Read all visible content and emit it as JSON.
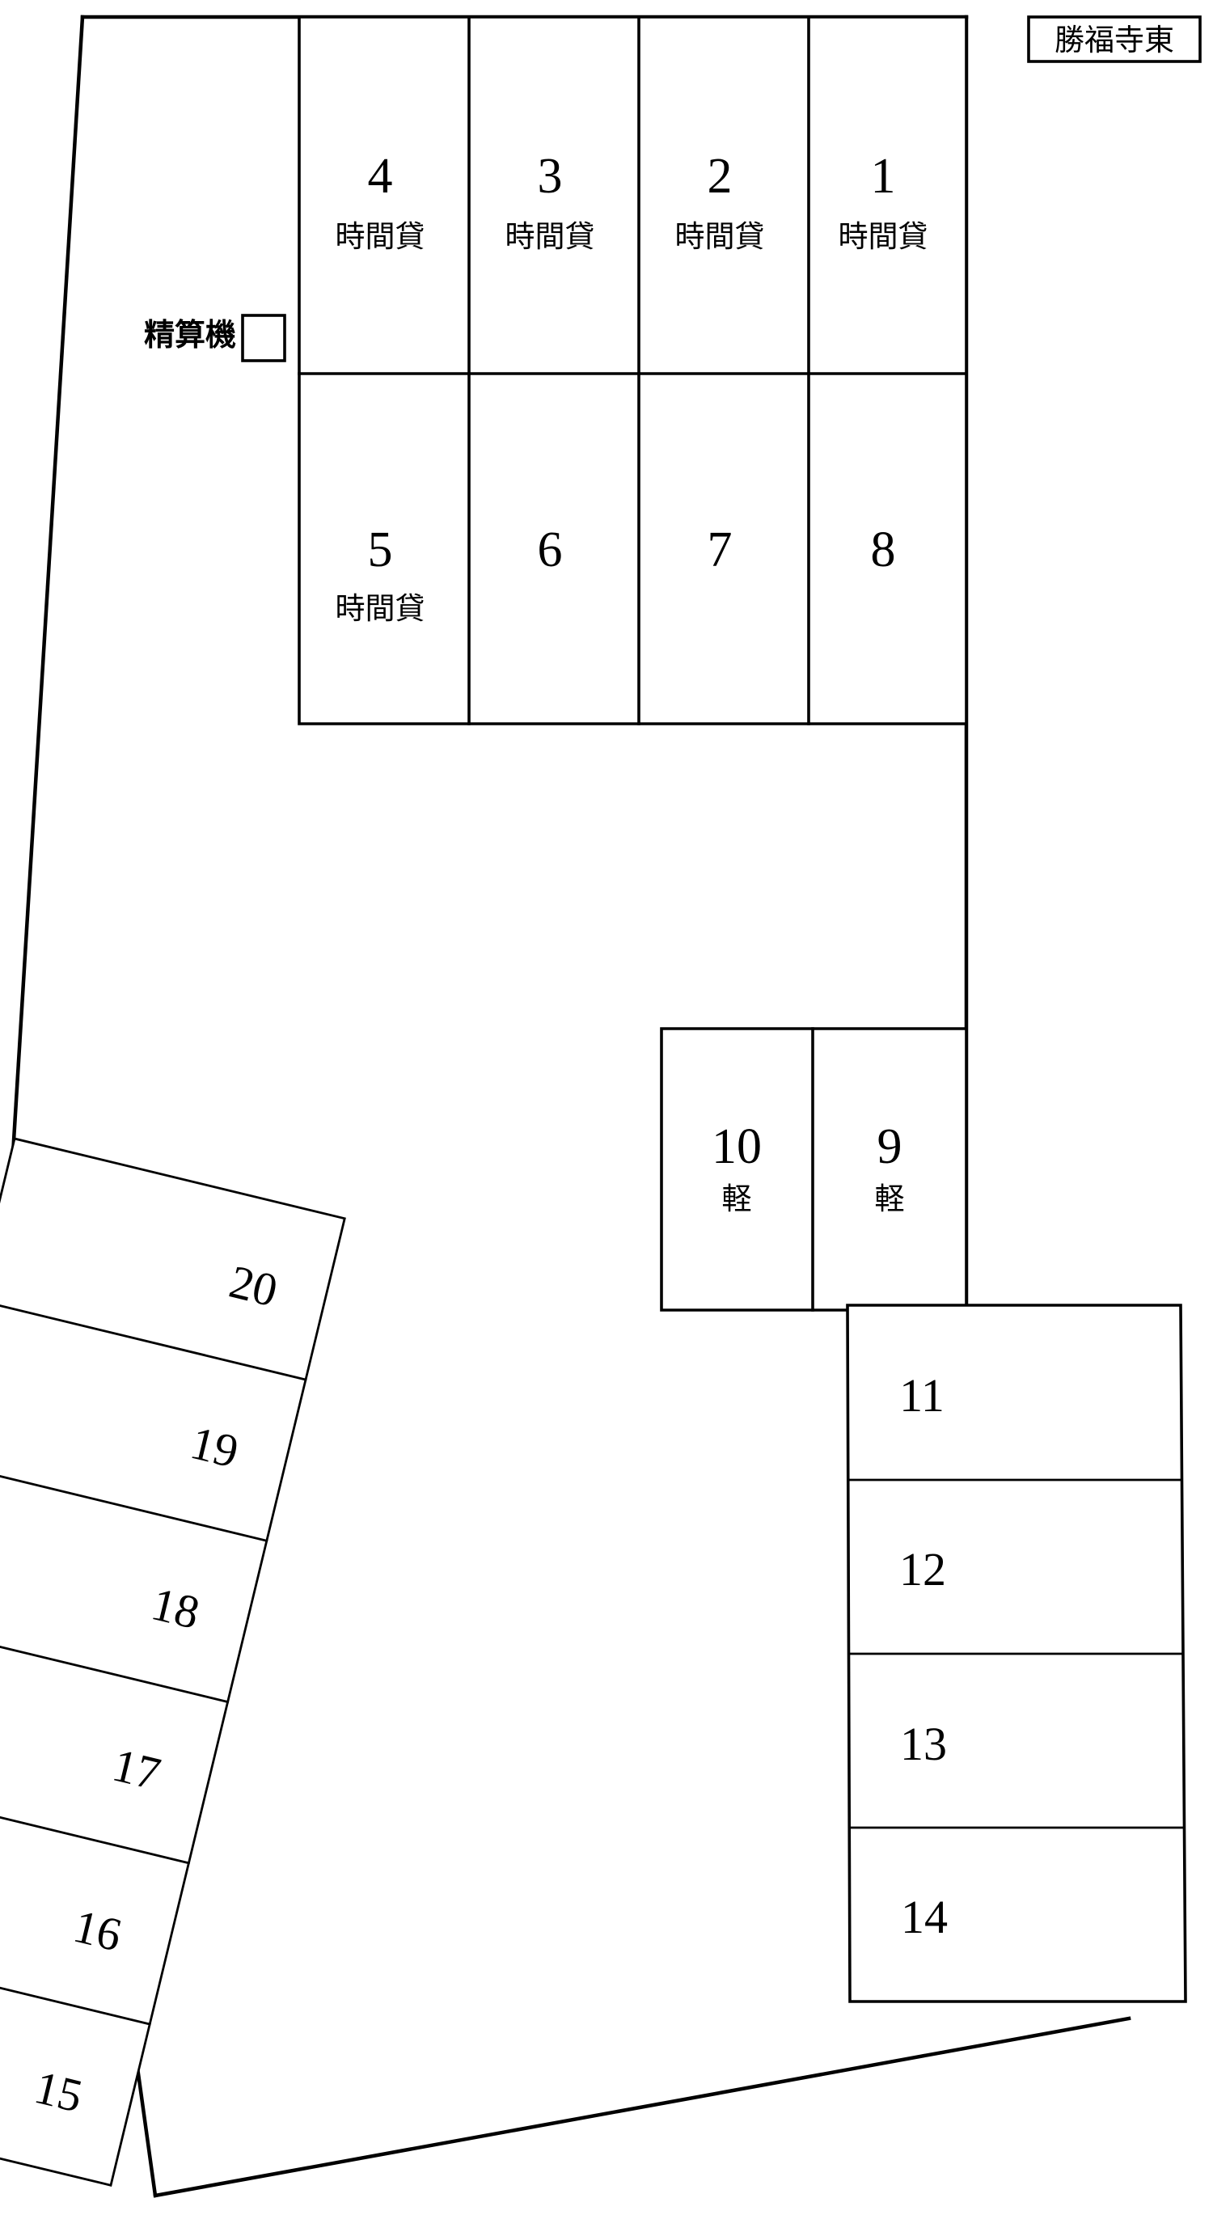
{
  "title": {
    "text": "勝福寺東"
  },
  "facility": {
    "payment_machine_label": "精算機"
  },
  "labels": {
    "hourly": "時間貸",
    "kei": "軽"
  },
  "stalls": {
    "top_row": [
      {
        "number": "4",
        "sub": "時間貸"
      },
      {
        "number": "3",
        "sub": "時間貸"
      },
      {
        "number": "2",
        "sub": "時間貸"
      },
      {
        "number": "1",
        "sub": "時間貸"
      }
    ],
    "second_row": [
      {
        "number": "5",
        "sub": "時間貸"
      },
      {
        "number": "6",
        "sub": ""
      },
      {
        "number": "7",
        "sub": ""
      },
      {
        "number": "8",
        "sub": ""
      }
    ],
    "middle_pair": [
      {
        "number": "10",
        "sub": "軽"
      },
      {
        "number": "9",
        "sub": "軽"
      }
    ],
    "right_column": [
      {
        "number": "11",
        "sub": ""
      },
      {
        "number": "12",
        "sub": ""
      },
      {
        "number": "13",
        "sub": ""
      },
      {
        "number": "14",
        "sub": ""
      }
    ],
    "diagonal_row": [
      {
        "number": "20",
        "sub": ""
      },
      {
        "number": "19",
        "sub": ""
      },
      {
        "number": "18",
        "sub": ""
      },
      {
        "number": "17",
        "sub": ""
      },
      {
        "number": "16",
        "sub": ""
      },
      {
        "number": "15",
        "sub": ""
      }
    ]
  },
  "colors": {
    "line": "#000000",
    "background": "#ffffff",
    "text": "#000000"
  }
}
